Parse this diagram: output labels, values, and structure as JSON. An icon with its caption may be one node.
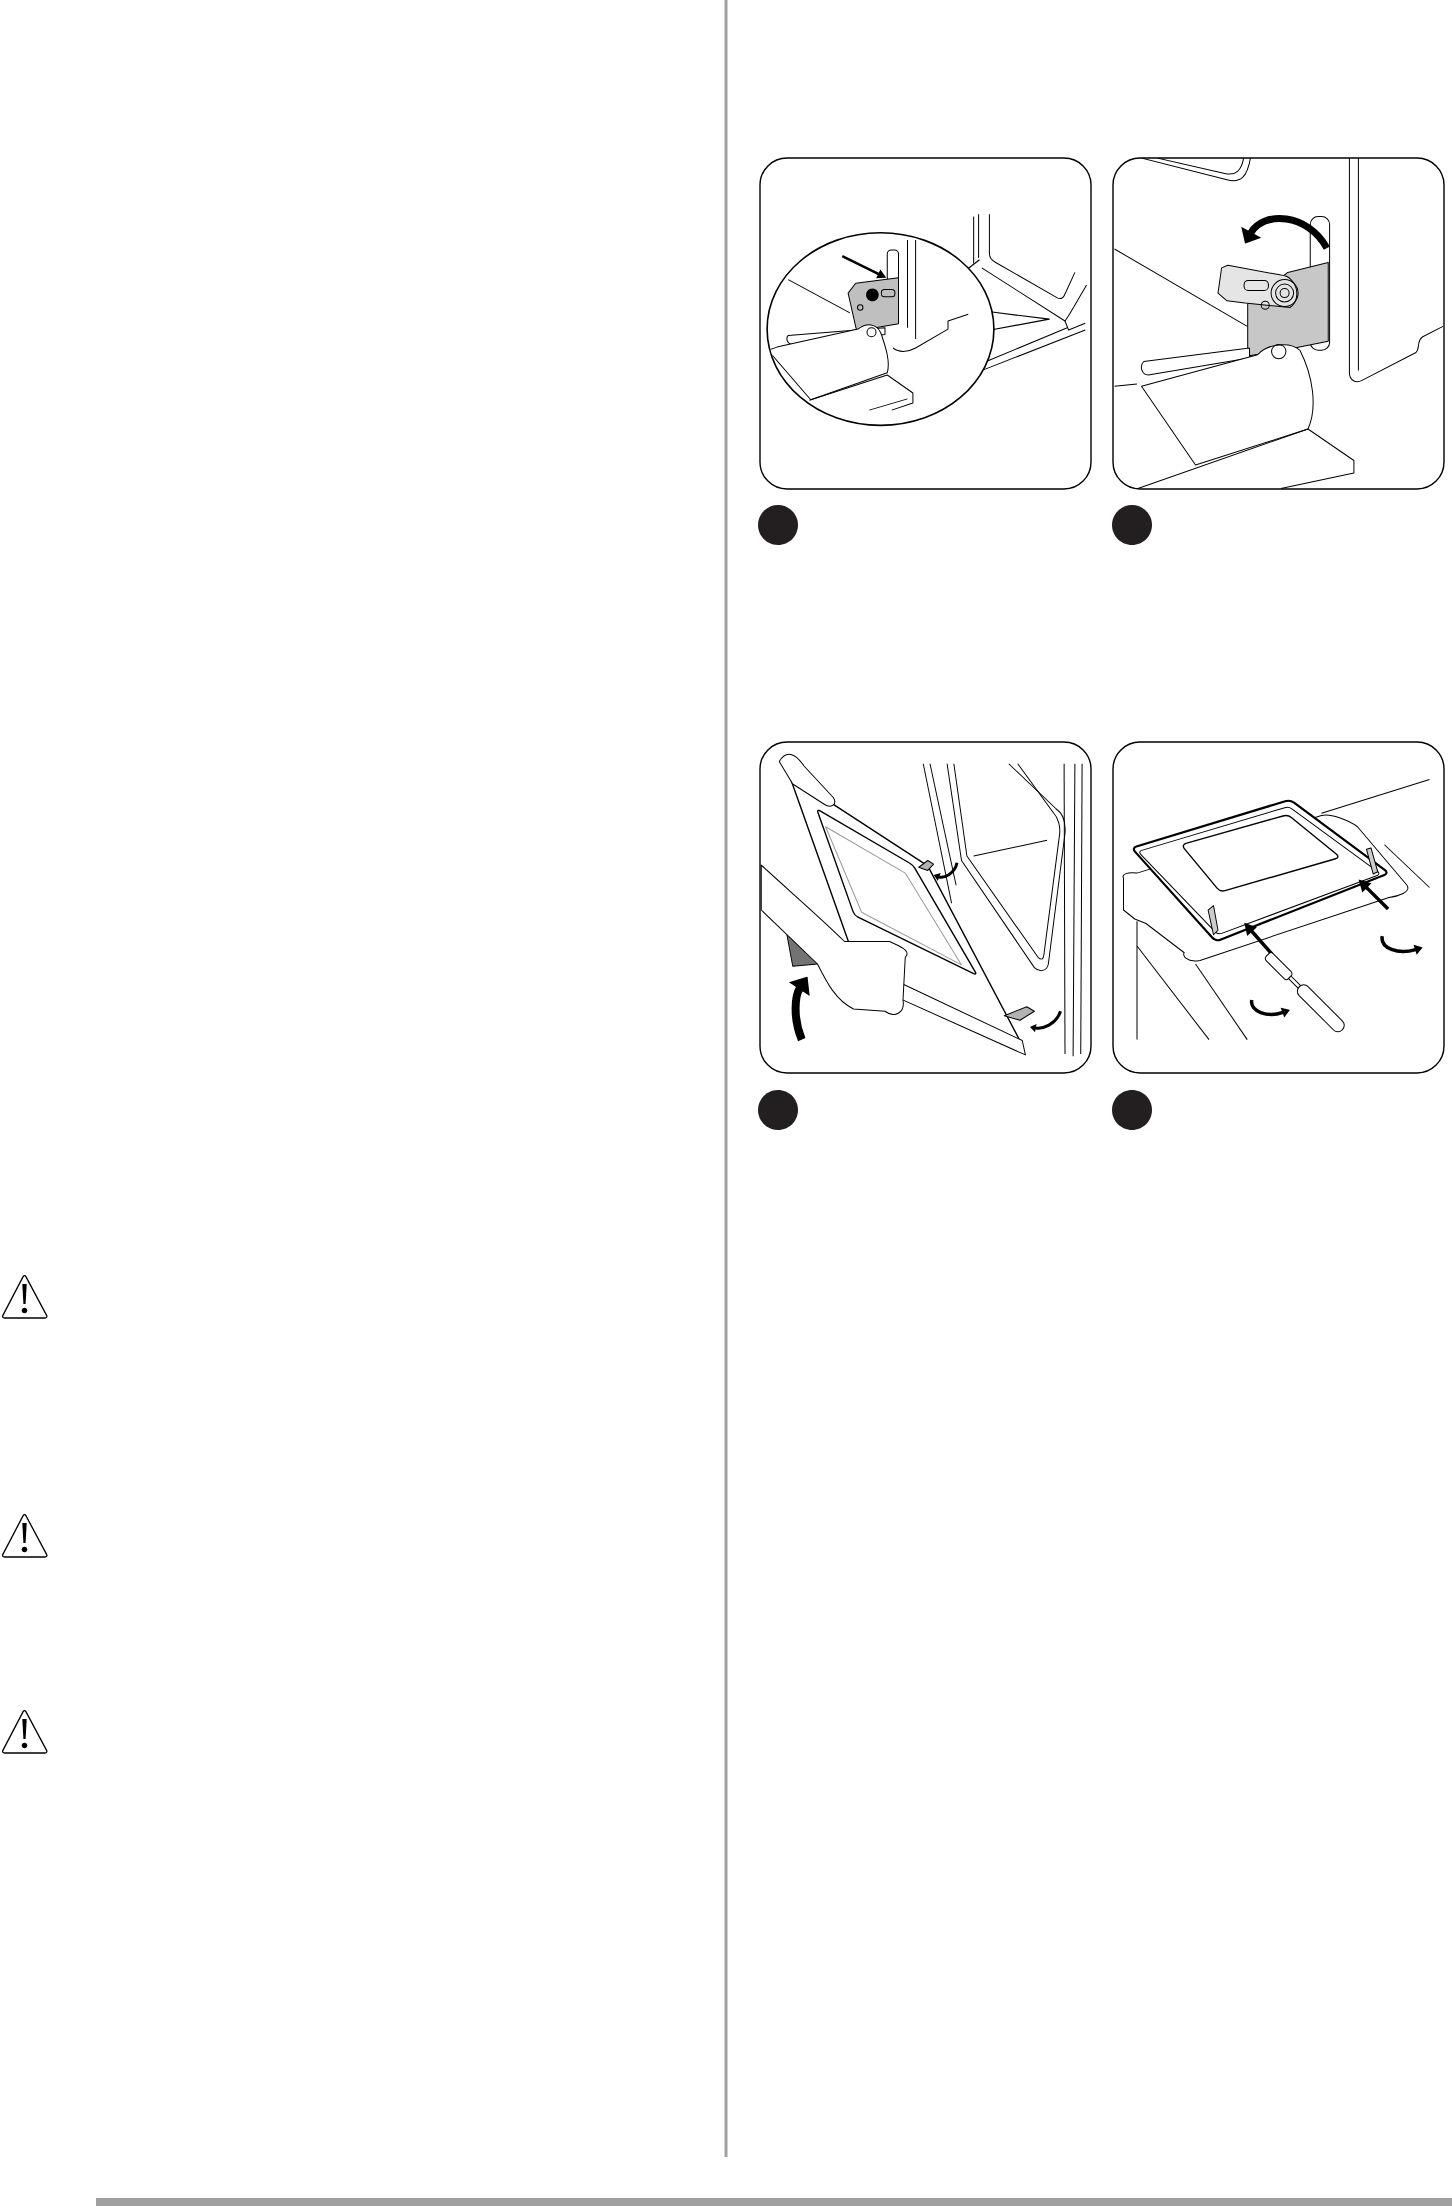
{
  "diagram": {
    "nodes": [
      {
        "text": [],
        "shape": "picture"
      },
      {
        "text": [],
        "shape": "picture"
      },
      {
        "text": [],
        "shape": "circle"
      },
      {
        "text": [],
        "shape": "circle"
      },
      {
        "text": [],
        "shape": "picture"
      },
      {
        "text": [],
        "shape": "picture"
      },
      {
        "text": [],
        "shape": "circle"
      },
      {
        "text": [],
        "shape": "circle"
      }
    ]
  }
}
